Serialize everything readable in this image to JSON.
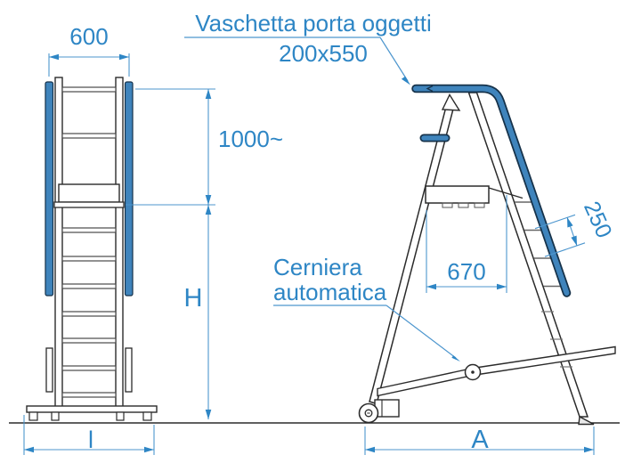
{
  "drawing": {
    "type": "technical-drawing",
    "subject": "stepladder front and side orthographic views",
    "annotations": {
      "tray_label_line1": "Vaschetta porta oggetti",
      "tray_label_line2": "200x550",
      "hinge_label_line1": "Cerniera",
      "hinge_label_line2": "automatica"
    },
    "dimensions": {
      "top_width": "600",
      "upper_section_height": "1000~",
      "total_height": "H",
      "base_width": "l",
      "step_spacing": "250",
      "inner_depth": "670",
      "footprint_depth": "A"
    },
    "colors": {
      "annotation_blue": "#2E86C5",
      "dimension_line_blue": "#4D96CE",
      "rail_fill_blue": "#3F84BC",
      "rail_outline": "#16324A",
      "linework_dark": "#2B2B2B",
      "rung_gray": "#4A4A4A",
      "background": "#FFFFFF"
    }
  }
}
